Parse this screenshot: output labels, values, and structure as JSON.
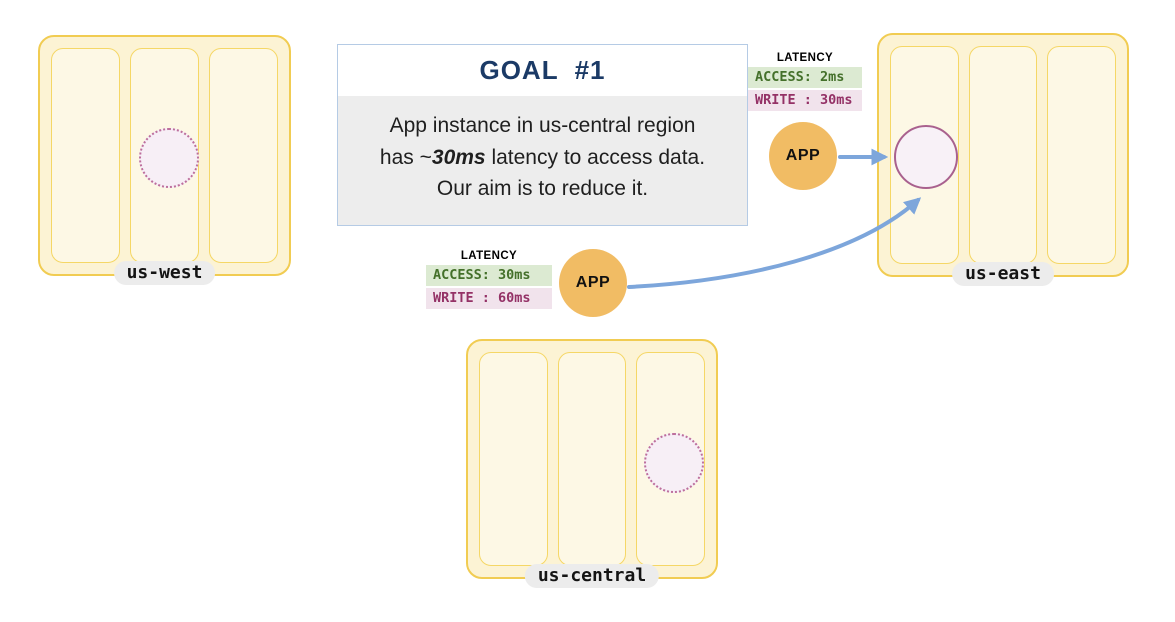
{
  "goal_box": {
    "title": "GOAL  #1",
    "body_line1": "App instance in us-central region",
    "body_line2_pre": "has ~",
    "body_line2_emphasis": "30ms",
    "body_line2_post": " latency to access data.",
    "body_line3": "Our aim is to reduce it."
  },
  "regions": {
    "us_west": {
      "label": "us-west"
    },
    "us_east": {
      "label": "us-east"
    },
    "us_central": {
      "label": "us-central"
    }
  },
  "app_east": {
    "label": "APP",
    "latency_title": "LATENCY",
    "access": "ACCESS: 2ms",
    "write": "WRITE : 30ms"
  },
  "app_central": {
    "label": "APP",
    "latency_title": "LATENCY",
    "access": "ACCESS: 30ms",
    "write": "WRITE : 60ms"
  },
  "colors": {
    "region_fill": "#fcf3d4",
    "region_border": "#f1cc52",
    "zone_fill": "#fdf8e5",
    "zone_border": "#f5d766",
    "app_circle_fill": "#f1bc64",
    "arrow_blue": "#7da6db",
    "db_circle_border": "#a9618e",
    "db_circle_fill": "#f8f1f7",
    "access_badge_bg": "#dcead2",
    "access_badge_text": "#44702a",
    "write_badge_bg": "#f1e3ec",
    "write_badge_text": "#943166",
    "goal_title_text": "#1b3a66",
    "goal_border": "#b5cbe5",
    "goal_body_bg": "#ededed",
    "region_label_pill_bg": "#ececec"
  }
}
